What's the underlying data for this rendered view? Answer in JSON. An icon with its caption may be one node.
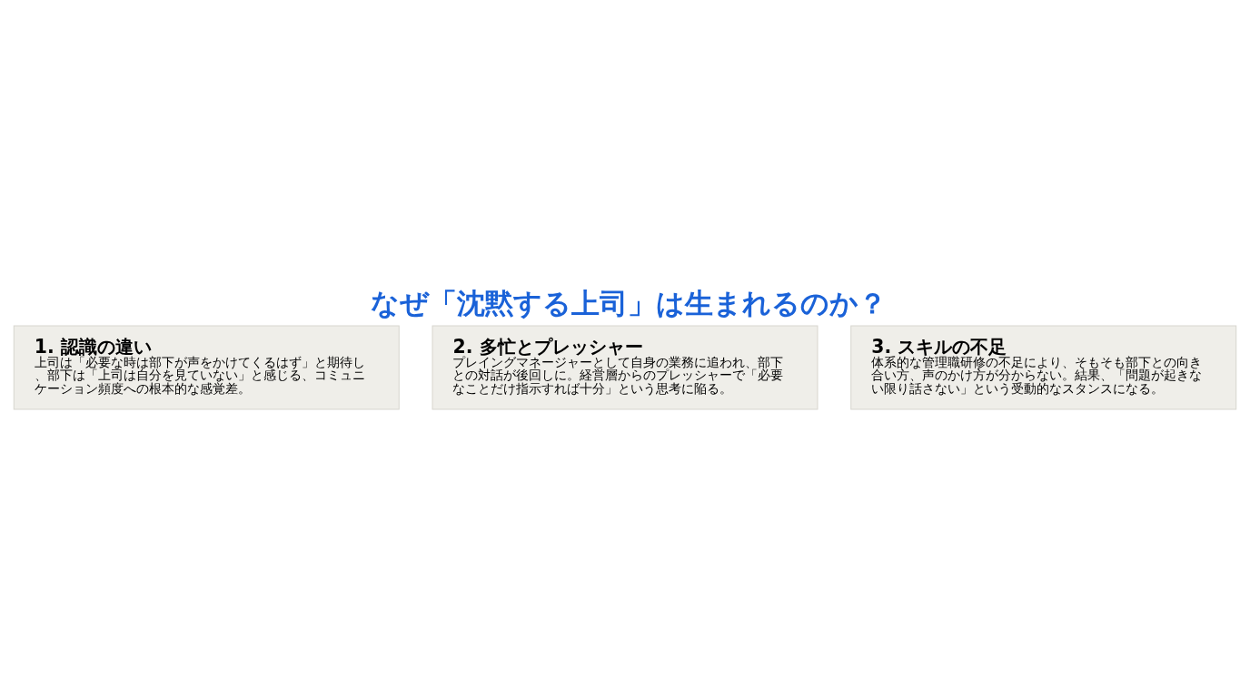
{
  "diagram": {
    "title": "なぜ「沈黙する上司」は生まれるのか？",
    "nodes": [
      {
        "text": [
          "1. 認識の違い",
          "上司は「必要な時は部下が声をかけてくるはず」と期待し、部下は「上司は自分を見ていない」と感じる、コミュニケーション頻度への根本的な感覚差。"
        ]
      },
      {
        "text": [
          "2. 多忙とプレッシャー",
          "プレイングマネージャーとして自身の業務に追われ、部下との対話が後回しに。経営層からのプレッシャーで「必要なことだけ指示すれば十分」という思考に陥る。"
        ]
      },
      {
        "text": [
          "3. スキルの不足",
          "体系的な管理職研修の不足により、そもそも部下との向き合い方、声のかけ方が分からない。結果、「問題が起きない限り話さない」という受動的なスタンスになる。"
        ]
      }
    ],
    "edges": []
  }
}
